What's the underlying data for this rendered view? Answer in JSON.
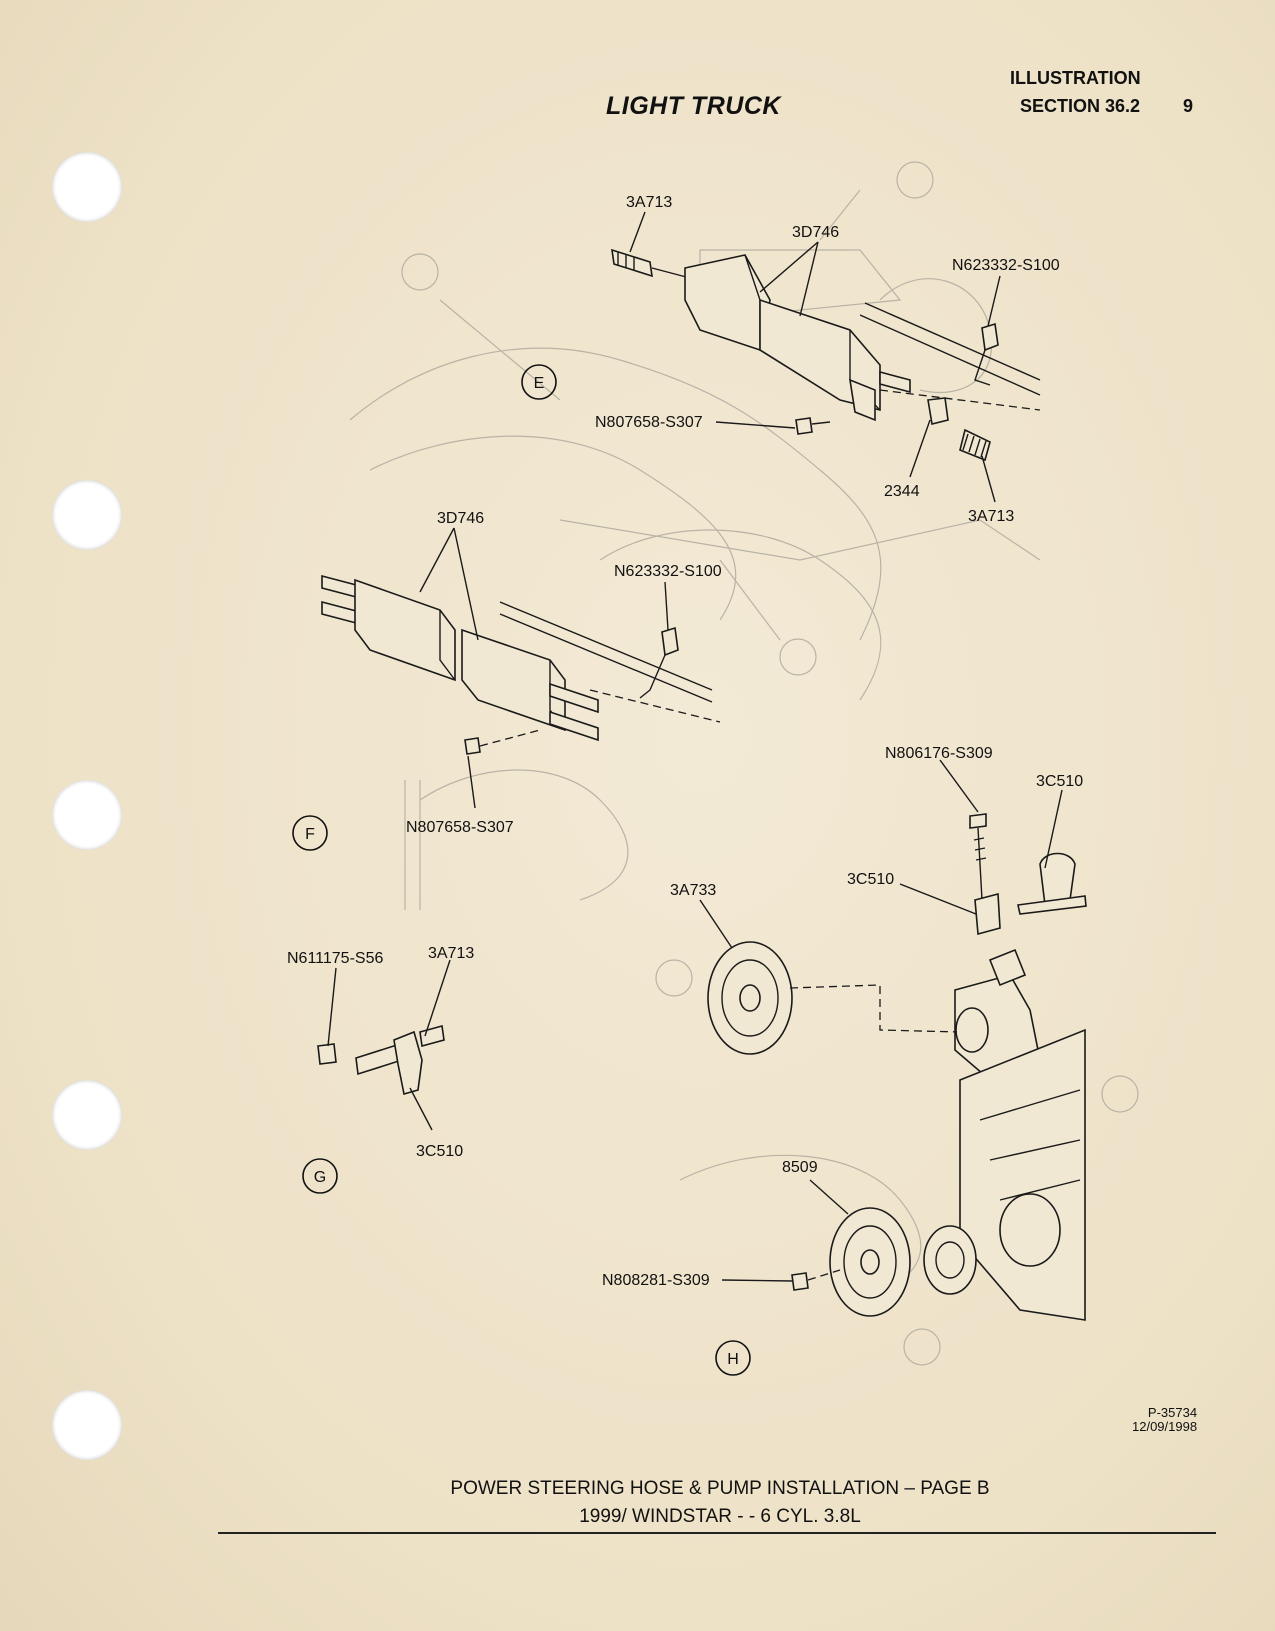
{
  "header": {
    "title": "LIGHT TRUCK",
    "illustration": "ILLUSTRATION",
    "section": "SECTION 36.2",
    "page_number": "9"
  },
  "views": {
    "E": {
      "circle": "E",
      "labels": [
        "3A713",
        "3D746",
        "N623332-S100",
        "N807658-S307",
        "2344",
        "3A713"
      ]
    },
    "F": {
      "circle": "F",
      "labels": [
        "3D746",
        "N623332-S100",
        "N807658-S307"
      ]
    },
    "G": {
      "circle": "G",
      "labels": [
        "N611175-S56",
        "3A713",
        "3C510"
      ]
    },
    "H": {
      "circle": "H",
      "labels": [
        "N806176-S309",
        "3C510",
        "3C510",
        "3A733",
        "8509",
        "N808281-S309"
      ]
    }
  },
  "figure_id": {
    "code": "P-35734",
    "date": "12/09/1998"
  },
  "footer": {
    "line1": "POWER STEERING HOSE & PUMP INSTALLATION – PAGE B",
    "line2": "1999/ WINDSTAR - - 6 CYL. 3.8L"
  }
}
